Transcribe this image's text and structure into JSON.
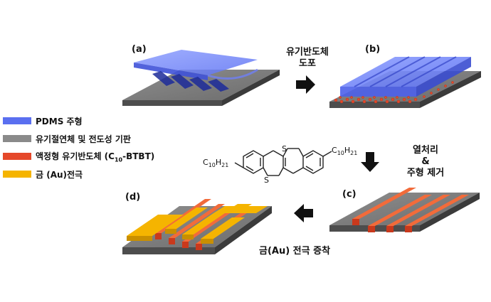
{
  "panels": {
    "a": "(a)",
    "b": "(b)",
    "c": "(c)",
    "d": "(d)"
  },
  "steps": {
    "coating": [
      "유기반도체",
      "도포"
    ],
    "anneal": [
      "열처리",
      "&",
      "주형 제거"
    ],
    "deposit": "금(Au) 전극 증착"
  },
  "legend": [
    {
      "label": "PDMS 주형",
      "color": "#5a6ff0"
    },
    {
      "label": "유기절연체 및 전도성 기판",
      "color": "#8a8a8a"
    },
    {
      "label": "액정형 유기반도체 (C10-BTBT)",
      "prefix": "액정형 유기반도체 (C",
      "sub": "10",
      "suffix": "-BTBT)",
      "color": "#e5482a"
    },
    {
      "label": "금 (Au)전극",
      "color": "#f5b400"
    }
  ],
  "molecule": {
    "substituent_left": {
      "main": "C",
      "sub1": "10",
      "mid": "H",
      "sub2": "21"
    },
    "substituent_right": {
      "main": "C",
      "sub1": "10",
      "mid": "H",
      "sub2": "21"
    },
    "atom_top": "S",
    "atom_bottom": "S"
  }
}
